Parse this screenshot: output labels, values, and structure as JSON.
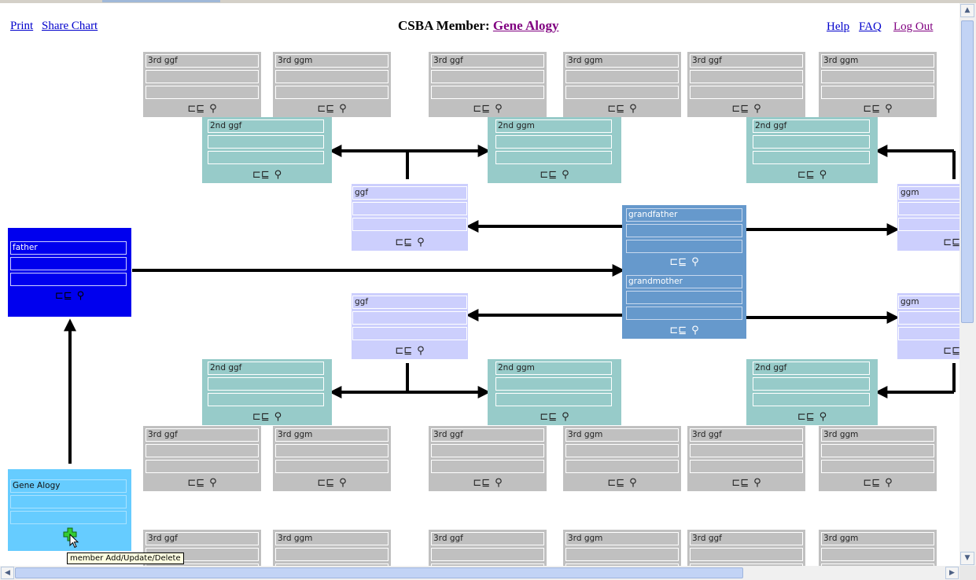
{
  "header": {
    "left_links": [
      "Print",
      "Share Chart"
    ],
    "title_prefix": "CSBA  Member:",
    "member_name": "Gene Alogy",
    "right_links": [
      "Help",
      "FAQ",
      "Log Out"
    ]
  },
  "labels": {
    "ggf3": "3rd ggf",
    "ggm3": "3rd ggm",
    "ggf2": "2nd ggf",
    "ggm2": "2nd ggm",
    "ggf": "ggf",
    "ggm": "ggm",
    "grandfather": "grandfather",
    "grandmother": "grandmother",
    "father": "father",
    "self": "Gene Alogy"
  },
  "icons": {
    "relations": "⊏⊑",
    "key": "⚲",
    "add": "+"
  },
  "colors": {
    "gen3": "#c0c0c0",
    "gen2": "#97cbc9",
    "gen1": "#cccffd",
    "grandparents": "#6699cc",
    "father": "#0000ee",
    "self": "#66ccff",
    "add_icon": "#33cc33"
  },
  "tooltip": "member Add/Update/Delete"
}
